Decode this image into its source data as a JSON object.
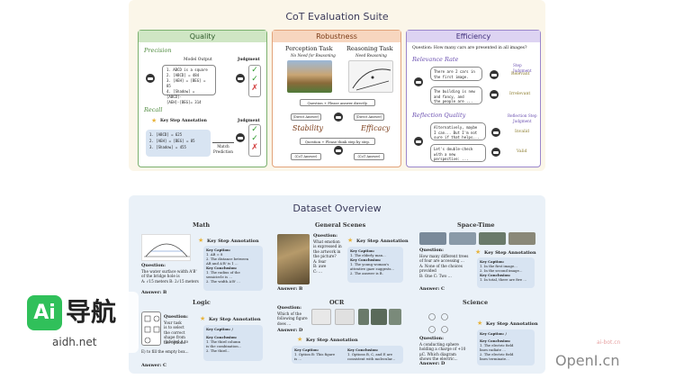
{
  "top": {
    "title": "CoT Evaluation Suite",
    "quality": {
      "header": "Quality",
      "precision": "Precision",
      "model_output": "Model Output",
      "judgment": "Judgment",
      "output_lines": [
        "1. ABCD is a square",
        "2. [ABCD] = 484",
        "3. [AEH] = [BEG] = 85",
        "4. [Shadow] = [ABCD]-",
        "[AEH]-[BEG]= 314"
      ],
      "recall": "Recall",
      "key_step_annotation": "Key Step Annotation",
      "annotation_lines": [
        "1. [ABCD] = 625",
        "2. [AEH] = [BEG] = 85",
        "3. [Shadow] = 455"
      ],
      "judgment2": "Judgment",
      "match_prediction": "Match\nPrediction"
    },
    "robustness": {
      "header": "Robustness",
      "perception_task": "Perception Task",
      "perception_sub": "No Need for Reasoning",
      "reasoning_task": "Reasoning Task",
      "reasoning_sub": "Need Reasoning",
      "prompt_direct": "Question + Please answer directly.",
      "direct_answer_l": "(Direct Answer)",
      "direct_answer_r": "(Direct Answer)",
      "stability": "Stability",
      "efficacy": "Efficacy",
      "prompt_cot": "Question + Please think step by step.",
      "cot_answer_l": "(CoT Answer)",
      "cot_answer_r": "(CoT Answer)"
    },
    "efficiency": {
      "header": "Efficiency",
      "question": "Question: How many cars are presented in all images?",
      "relevance_rate": "Relevance Rate",
      "step_judgment": "Step Judgment",
      "bubble1": [
        "There are 2 cars in",
        "the first image."
      ],
      "relevant": "Relevant",
      "bubble2": [
        "The building is new",
        "and fancy, and",
        "the people are ..."
      ],
      "irrelevant": "Irrelevant",
      "reflection_quality": "Reflection Quality",
      "reflection_step_judgment": "Reflection Step\nJudgment",
      "bubble3": [
        "Alternatively, maybe",
        "I can... But I'm not",
        "sure if that helps..."
      ],
      "invalid": "Invalid",
      "bubble4": [
        "Let's double-check",
        "with a new",
        "perspective: ..."
      ],
      "valid": "Valid"
    }
  },
  "bottom": {
    "title": "Dataset Overview",
    "math": {
      "name": "Math",
      "ksa": "Key Step Annotation",
      "caption_label": "Key Caption:",
      "caption_lines": [
        "1. AB = 8",
        "2. The distance between",
        "AB and A'B' is 1 ..."
      ],
      "conclusion_label": "Key Conclusion:",
      "conclusion_lines": [
        "1. The radius of the",
        "semicircle is ...",
        "2. The width A'B' ..."
      ],
      "question_label": "Question:",
      "question_lines": [
        "The water surface width A'B'",
        "of the bridge hole is"
      ],
      "choices": "A: √15 meters  B: 2√15 meters",
      "answer": "Answer: B"
    },
    "general": {
      "name": "General Scenes",
      "question_label": "Question:",
      "question_lines": [
        "What emotion",
        "is expressed in",
        "the artwork in",
        "the picture?",
        "A: fear",
        "B: awe",
        "C: ..."
      ],
      "ksa": "Key Step Annotation",
      "caption_label": "Key Caption:",
      "caption_lines": [
        "1. The elderly man..."
      ],
      "conclusion_label": "Key Conclusion:",
      "conclusion_lines": [
        "1. The young woman's",
        "attentive gaze suggests...",
        "2. The answer is B."
      ],
      "answer": "Answer: B"
    },
    "spacetime": {
      "name": "Space-Time",
      "question_label": "Question:",
      "question_lines": [
        "How many different trees",
        "of four are accessing ...",
        "A: None of the choices",
        "provided",
        "B: One  C: Two ..."
      ],
      "ksa": "Key Step Annotation",
      "caption_label": "Key Caption:",
      "caption_lines": [
        "1. In the first image...",
        "2. In the second image..."
      ],
      "conclusion_label": "Key Conclusion:",
      "conclusion_lines": [
        "1. In total, there are five ..."
      ],
      "answer": "Answer: C"
    },
    "logic": {
      "name": "Logic",
      "question_label": "Question:",
      "question_lines": [
        "Your task",
        "is to select",
        "the correct",
        "shape from",
        "the options",
        "(labeled A to",
        "E) to fill the empty box..."
      ],
      "ksa": "Key Step Annotation",
      "caption_label": "Key Caption: /",
      "conclusion_label": "Key Conclusion:",
      "conclusion_lines": [
        "1. The third column",
        "is the combination...",
        "2. The third..."
      ],
      "answer": "Answer: C"
    },
    "ocr": {
      "name": "OCR",
      "question_label": "Question:",
      "question_lines": [
        "Which of the",
        "following figure",
        "does ..."
      ],
      "answer": "Answer: D",
      "ksa": "Key Step Annotation",
      "caption_label": "Key Caption:",
      "caption_lines": [
        "1. Option B: This figure",
        "is ..."
      ],
      "conclusion_label": "Key Conclusion:",
      "conclusion_lines": [
        "1. Options B, C, and E are",
        "consistent with molecular..."
      ]
    },
    "science": {
      "name": "Science",
      "question_label": "Question:",
      "question_lines": [
        "A conducting sphere",
        "holding a charge of +10",
        "μC.  Which diagram",
        "shows the electric..."
      ],
      "ksa": "Key Step Annotation",
      "caption_label": "Key Caption: /",
      "conclusion_label": "Key Conclusion:",
      "conclusion_lines": [
        "1. The electric field",
        "lines radiate ...",
        "2. The electric field",
        "lines terminate..."
      ],
      "answer": "Answer: D"
    }
  },
  "watermark": {
    "logo": "Ai",
    "cn": "导航",
    "url": "aidh.net",
    "corner": "OpenI.cn",
    "corner_small": "ai-bot.cn"
  },
  "colors": {
    "quality": "#7ab06e",
    "robustness": "#e2a37a",
    "efficiency": "#9a86cc"
  }
}
